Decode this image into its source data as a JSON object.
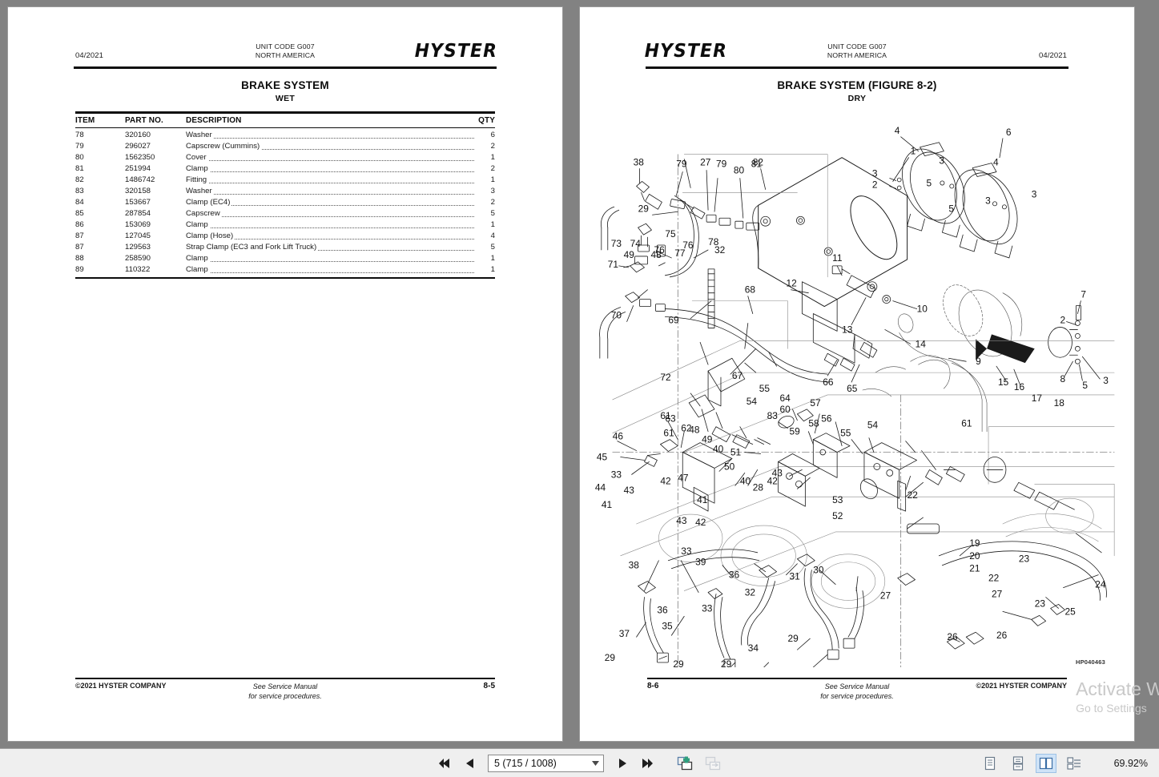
{
  "viewer": {
    "background_color": "#828282",
    "toolbar_background": "#efefef",
    "active_highlight": "#cfe3f7"
  },
  "watermark": {
    "line1": "Activate W",
    "line2": "Go to Settings"
  },
  "left_page": {
    "header": {
      "date": "04/2021",
      "unit_code": "UNIT CODE G007",
      "region": "NORTH AMERICA",
      "brand": "HYSTER"
    },
    "title": "BRAKE SYSTEM",
    "subtitle": "WET",
    "table": {
      "columns": [
        "ITEM",
        "PART NO.",
        "DESCRIPTION",
        "QTY"
      ],
      "rows": [
        {
          "item": "78",
          "part": "320160",
          "desc": "Washer",
          "qty": "6"
        },
        {
          "item": "79",
          "part": "296027",
          "desc": "Capscrew (Cummins)",
          "qty": "2"
        },
        {
          "item": "80",
          "part": "1562350",
          "desc": "Cover",
          "qty": "1"
        },
        {
          "item": "81",
          "part": "251994",
          "desc": "Clamp",
          "qty": "2"
        },
        {
          "item": "82",
          "part": "1486742",
          "desc": "Fitting",
          "qty": "1"
        },
        {
          "item": "83",
          "part": "320158",
          "desc": "Washer",
          "qty": "3"
        },
        {
          "item": "84",
          "part": "153667",
          "desc": "Clamp (EC4)",
          "qty": "2"
        },
        {
          "item": "85",
          "part": "287854",
          "desc": "Capscrew",
          "qty": "5"
        },
        {
          "item": "86",
          "part": "153069",
          "desc": "Clamp",
          "qty": "1"
        },
        {
          "item": "87",
          "part": "127045",
          "desc": "Clamp (Hose)",
          "qty": "4"
        },
        {
          "item": "87",
          "part": "129563",
          "desc": "Strap Clamp (EC3 and Fork Lift Truck)",
          "qty": "5"
        },
        {
          "item": "88",
          "part": "258590",
          "desc": "Clamp",
          "qty": "1"
        },
        {
          "item": "89",
          "part": "110322",
          "desc": "Clamp",
          "qty": "1"
        }
      ]
    },
    "footer": {
      "copyright": "©2021 HYSTER COMPANY",
      "note_line1": "See Service Manual",
      "note_line2": "for service procedures.",
      "page_number": "8-5"
    }
  },
  "right_page": {
    "header": {
      "date": "04/2021",
      "unit_code": "UNIT CODE G007",
      "region": "NORTH AMERICA",
      "brand": "HYSTER"
    },
    "title": "BRAKE SYSTEM (FIGURE 8-2)",
    "subtitle": "DRY",
    "figure": {
      "drawing_number": "HP040463",
      "callouts": [
        "1",
        "2",
        "3",
        "4",
        "5",
        "6",
        "7",
        "8",
        "9",
        "10",
        "11",
        "12",
        "13",
        "14",
        "15",
        "16",
        "17",
        "18",
        "19",
        "20",
        "21",
        "22",
        "23",
        "24",
        "25",
        "26",
        "27",
        "28",
        "29",
        "30",
        "31",
        "32",
        "33",
        "34",
        "35",
        "36",
        "37",
        "38",
        "39",
        "40",
        "41",
        "42",
        "43",
        "44",
        "45",
        "46",
        "47",
        "48",
        "49",
        "50",
        "51",
        "52",
        "53",
        "54",
        "55",
        "56",
        "57",
        "58",
        "59",
        "60",
        "61",
        "62",
        "63",
        "64",
        "65",
        "66",
        "67",
        "68",
        "69",
        "70",
        "71",
        "72",
        "73",
        "74",
        "75",
        "76",
        "77",
        "78",
        "79",
        "80",
        "81",
        "82",
        "83"
      ]
    },
    "footer": {
      "copyright": "©2021 HYSTER COMPANY",
      "note_line1": "See Service Manual",
      "note_line2": "for service procedures.",
      "page_number": "8-6"
    }
  },
  "toolbar": {
    "first_page_label": "First page",
    "prev_page_label": "Previous page",
    "next_page_label": "Next page",
    "last_page_label": "Last page",
    "page_value": "5 (715 / 1008)",
    "add_page_label": "Add page",
    "replace_page_label": "Replace page",
    "view_modes": [
      {
        "name": "single-page",
        "active": false
      },
      {
        "name": "continuous-page",
        "active": false
      },
      {
        "name": "two-page-spread",
        "active": true
      },
      {
        "name": "book-view",
        "active": false
      }
    ],
    "zoom_level": "69.92%"
  }
}
